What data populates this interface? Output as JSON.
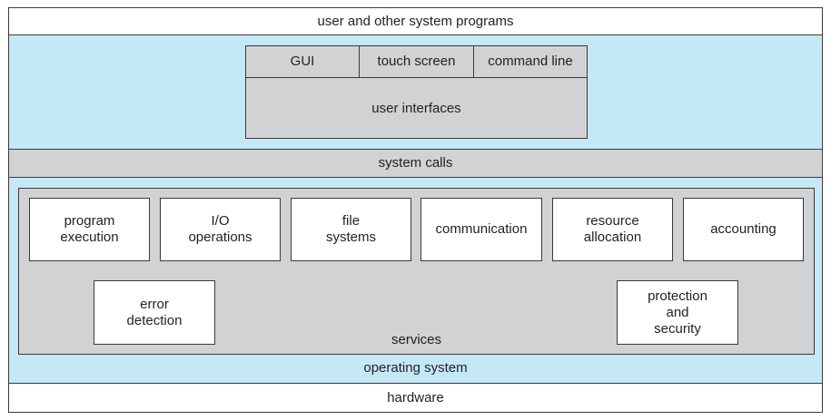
{
  "layers": {
    "top": "user and other system programs",
    "system_calls": "system calls",
    "operating_system": "operating system",
    "hardware": "hardware"
  },
  "user_interfaces": {
    "title": "user interfaces",
    "items": [
      "GUI",
      "touch screen",
      "command line"
    ]
  },
  "services": {
    "title": "services",
    "row1": [
      "program\nexecution",
      "I/O\noperations",
      "file\nsystems",
      "communication",
      "resource\nallocation",
      "accounting"
    ],
    "error_detection": "error\ndetection",
    "protection": "protection\nand\nsecurity"
  },
  "colors": {
    "os_background": "#c5e8f7",
    "panel_gray": "#d1d2d4",
    "box_white": "#ffffff"
  }
}
